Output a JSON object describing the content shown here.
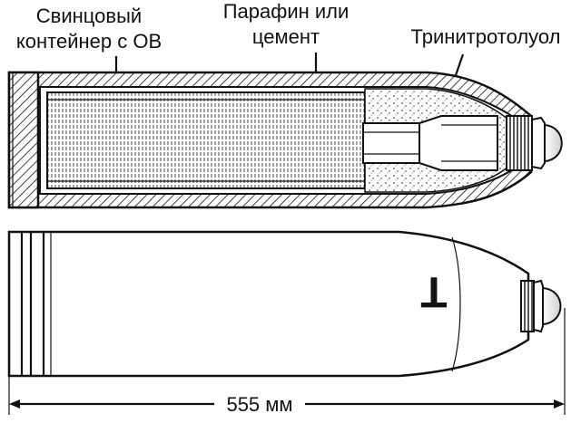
{
  "labels": {
    "lead_container": "Свинцовый\nконтейнер с ОВ",
    "paraffin": "Парафин или\nцемент",
    "tnt": "Тринитротолуол",
    "body_marking": "Т",
    "length": "555 мм"
  }
}
